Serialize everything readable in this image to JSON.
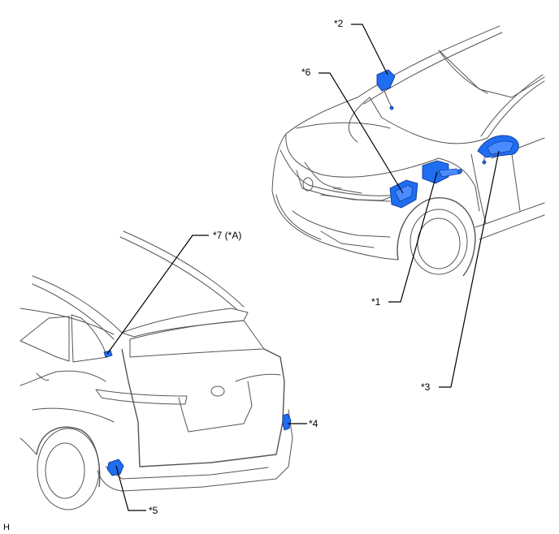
{
  "callouts": {
    "c1": "*1",
    "c2": "*2",
    "c3": "*3",
    "c4": "*4",
    "c5": "*5",
    "c6": "*6",
    "c7": "*7 (*A)"
  },
  "corner_mark": "H",
  "colors": {
    "component": "#1f6df0",
    "outline": "#555555",
    "leader": "#000000"
  }
}
